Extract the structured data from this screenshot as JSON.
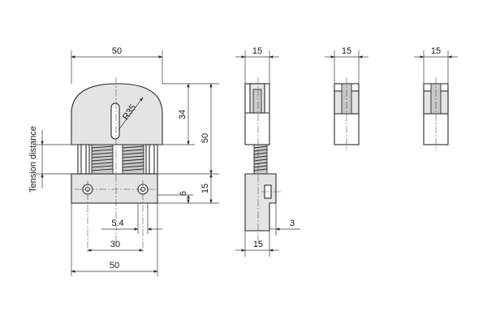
{
  "labels": {
    "width_top": "50",
    "radius": "R35",
    "height_34": "34",
    "height_50": "50",
    "height_15": "15",
    "height_6": "6",
    "hole_5_4": "5.4",
    "hole_pitch_30": "30",
    "width_bottom": "50",
    "tension_distance": "Tension distance",
    "side_width_a": "15",
    "side_width_b": "15",
    "side_width_c": "15",
    "side_bottom_width": "15",
    "side_offset_3": "3"
  }
}
